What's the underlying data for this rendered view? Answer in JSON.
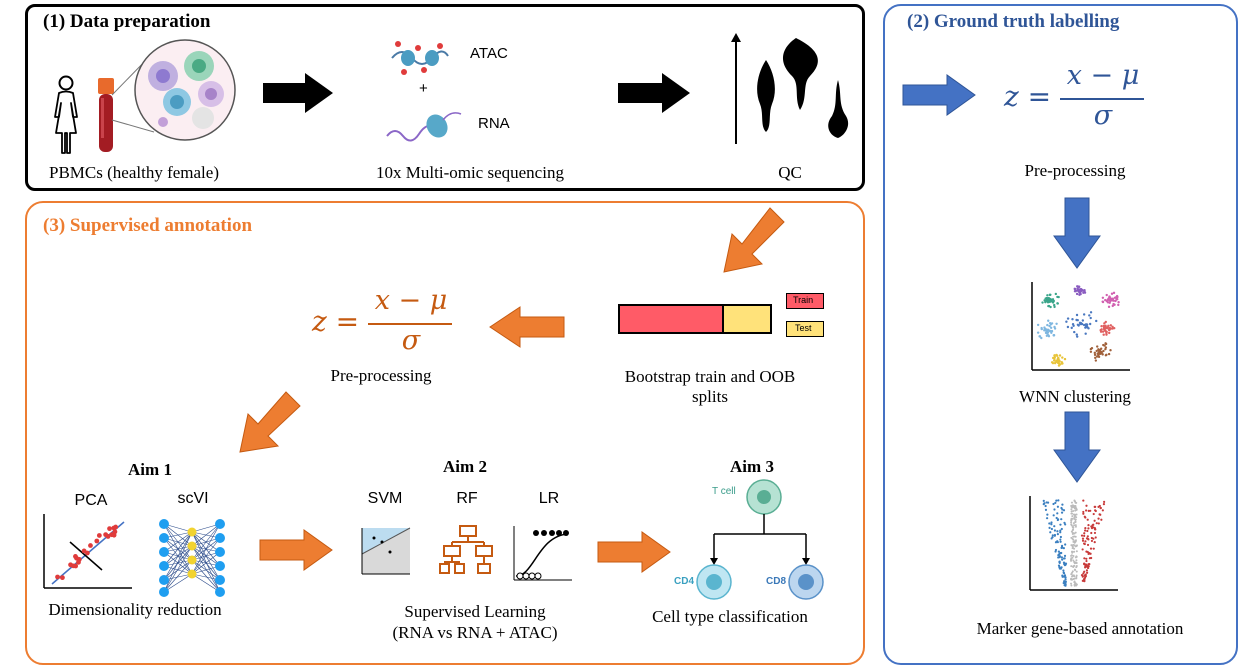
{
  "panels": {
    "data_prep": {
      "title": "(1) Data preparation"
    },
    "ground_truth": {
      "title": "(2) Ground truth labelling"
    },
    "supervised": {
      "title": "(3) Supervised annotation"
    }
  },
  "data_prep": {
    "pbmc_caption": "PBMCs (healthy female)",
    "seq_caption": "10x Multi-omic sequencing",
    "atac_label": "ATAC",
    "plus_label": "+",
    "rna_label": "RNA",
    "qc_caption": "QC"
  },
  "ground_truth": {
    "equation": {
      "lhs": "z =",
      "numerator": "x − μ",
      "denominator": "σ"
    },
    "preprocessing": "Pre-processing",
    "wnn": "WNN clustering",
    "marker": "Marker gene-based annotation"
  },
  "supervised": {
    "equation": {
      "lhs": "z =",
      "numerator": "x − μ",
      "denominator": "σ"
    },
    "preprocessing": "Pre-processing",
    "train_label": "Train",
    "test_label": "Test",
    "bootstrap_caption": "Bootstrap train and OOB splits",
    "aim1": {
      "title": "Aim 1",
      "pca": "PCA",
      "scvi": "scVI",
      "caption": "Dimensionality reduction"
    },
    "aim2": {
      "title": "Aim 2",
      "svm": "SVM",
      "rf": "RF",
      "lr": "LR",
      "caption_line1": "Supervised Learning",
      "caption_line2": "(RNA vs RNA + ATAC)"
    },
    "aim3": {
      "title": "Aim 3",
      "tcell": "T cell",
      "cd4": "CD4",
      "cd8": "CD8",
      "caption": "Cell type classification"
    }
  },
  "colors": {
    "black": "#000000",
    "blue": "#4472c4",
    "blue_title": "#2f5597",
    "orange": "#ed7d31",
    "eq_orange": "#c55a11",
    "red_bar": "#ff5b67",
    "yellow_bar": "#ffe27a"
  }
}
